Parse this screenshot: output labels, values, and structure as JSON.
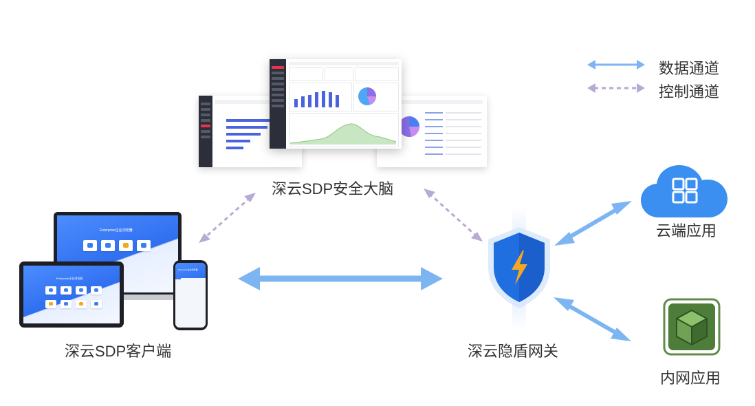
{
  "legend": {
    "data_channel": "数据通道",
    "control_channel": "控制通道"
  },
  "nodes": {
    "brain": "深云SDP安全大脑",
    "client": "深云SDP客户端",
    "gateway": "深云隐盾网关",
    "cloud_app": "云端应用",
    "intranet_app": "内网应用"
  },
  "colors": {
    "data_arrow": "#7db5f2",
    "control_arrow": "#b7aad4",
    "shield_blue": "#1f6fe0",
    "bolt": "#f5a623",
    "cloud_blue": "#3a8ff0",
    "cube_green": "#4e7d3a"
  },
  "device_screens": {
    "laptop_title": "Enterprise企业浏览器",
    "tablet_title": "Enterprise企业浏览器",
    "phone_title": "Enterprise企业浏览器"
  }
}
